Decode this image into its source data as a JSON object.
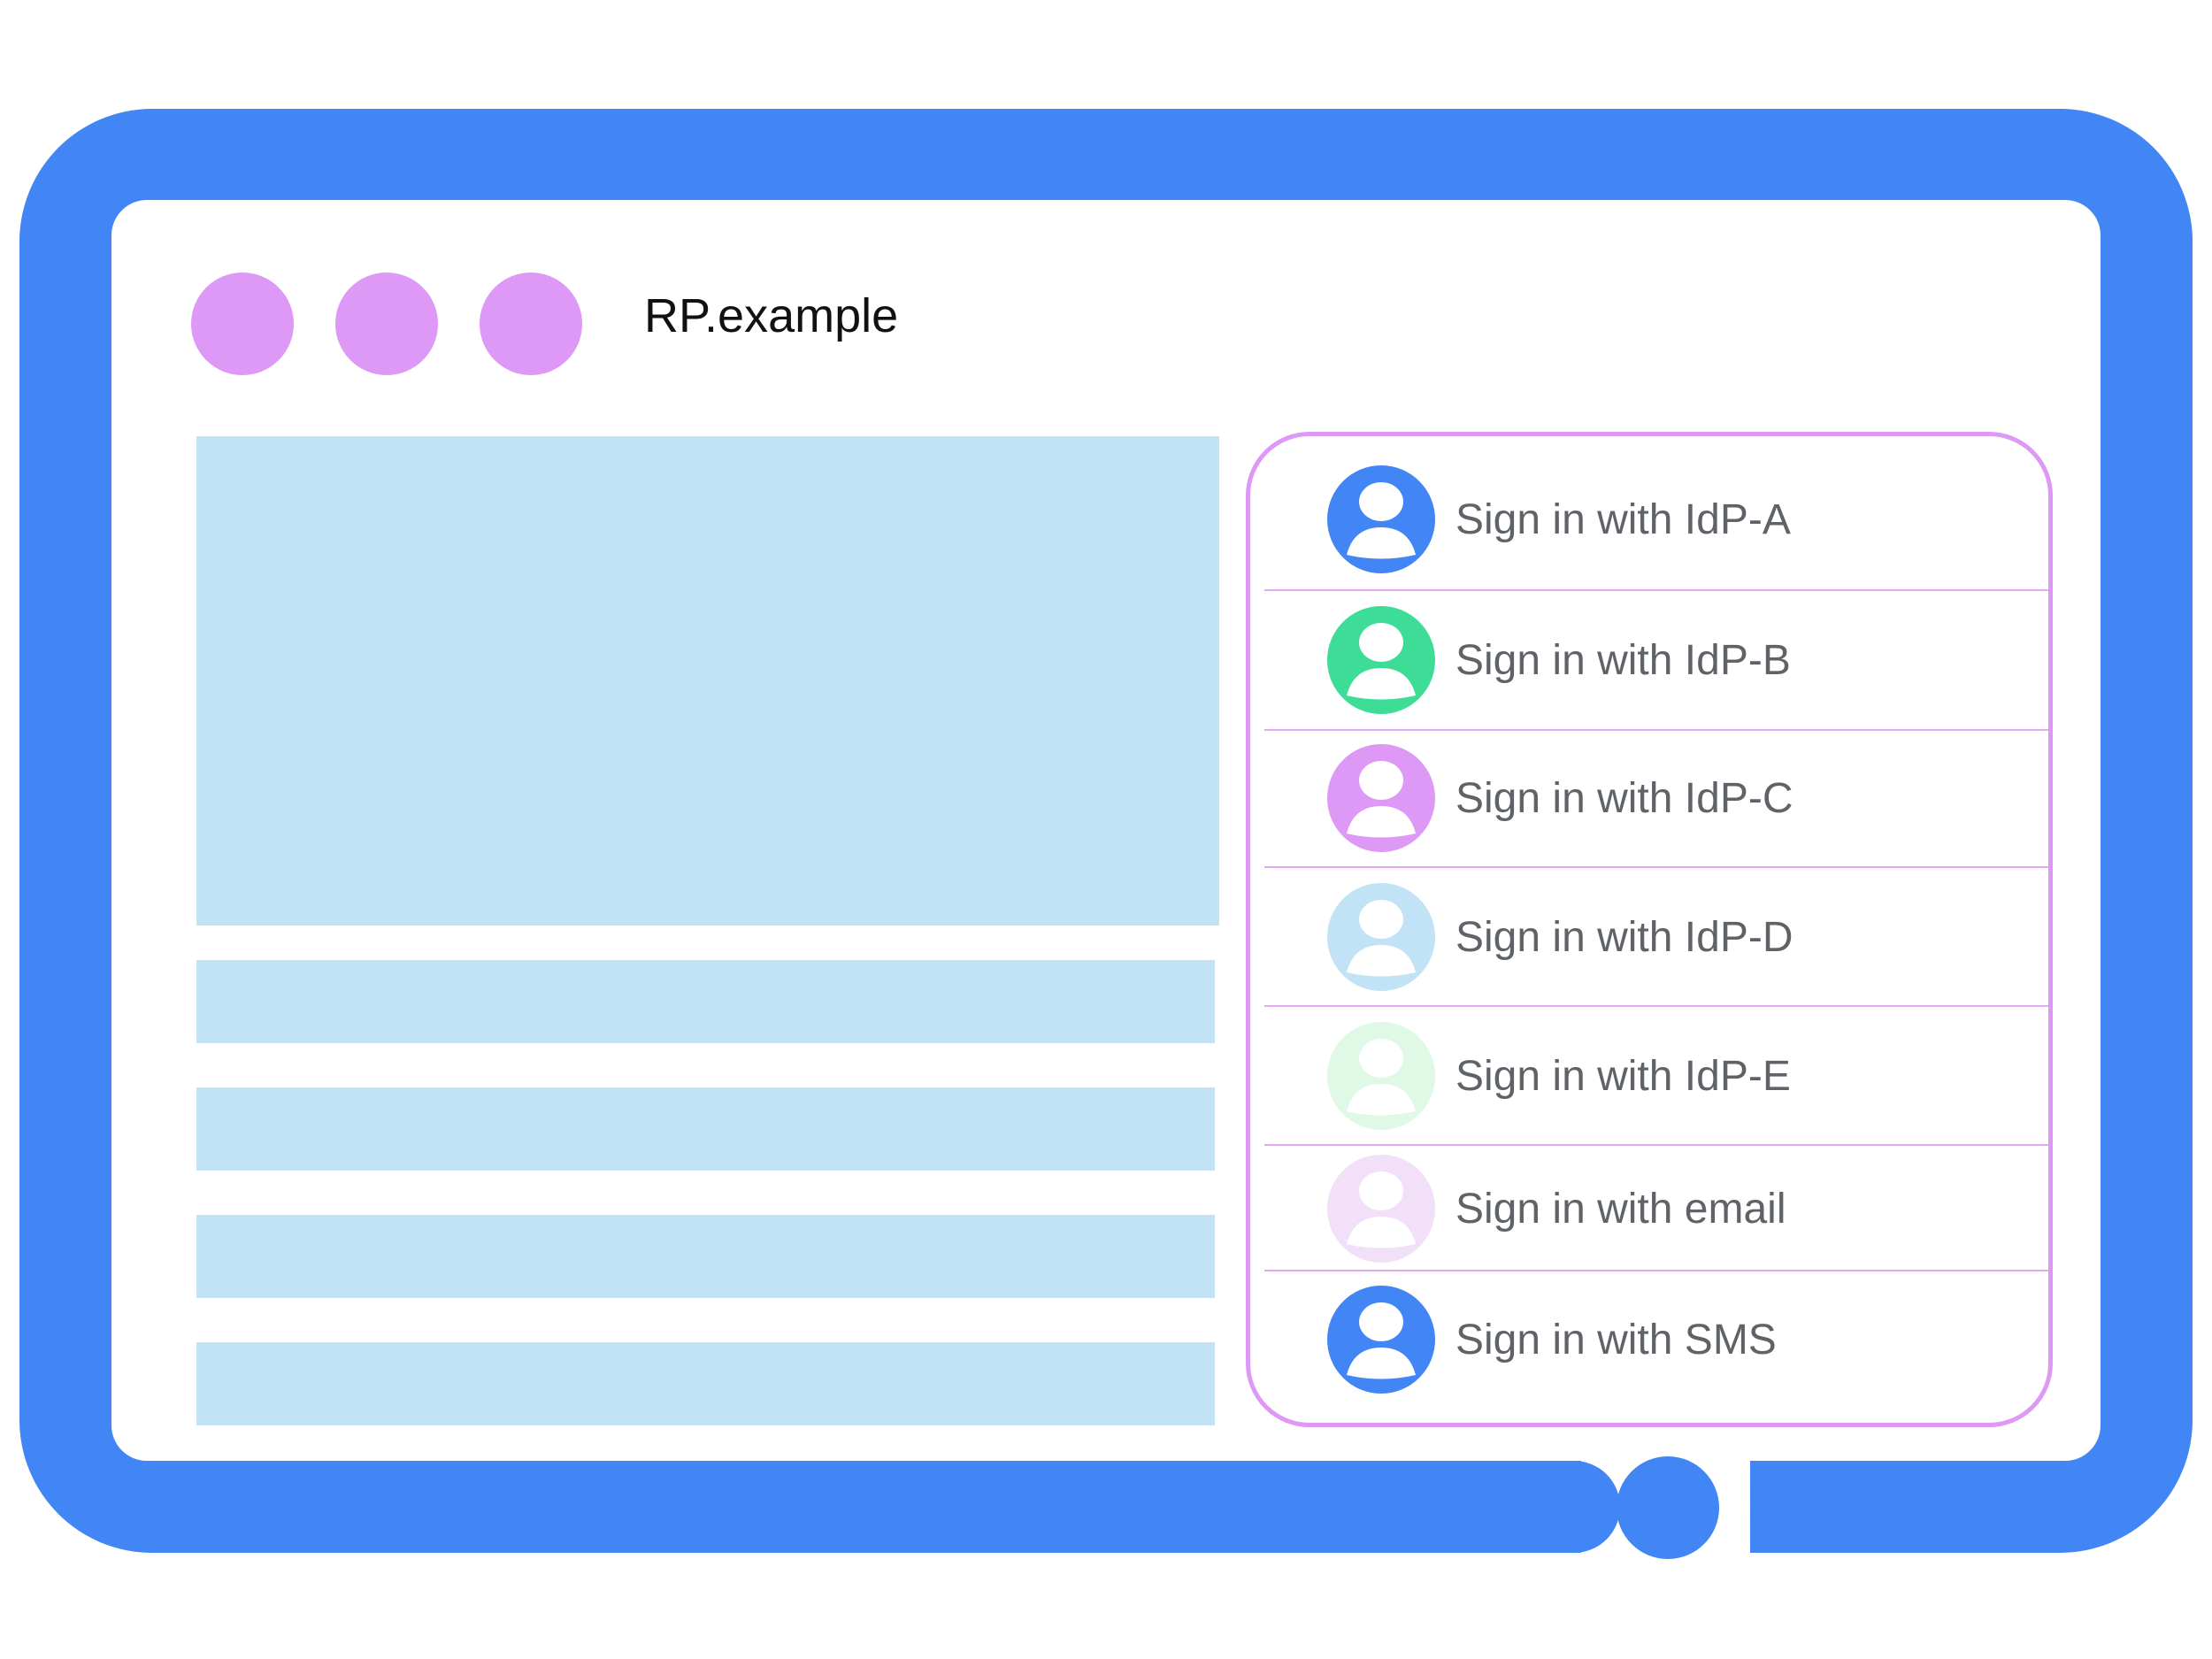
{
  "colors": {
    "frame": "#4285f4",
    "window_dots": "#dd99f5",
    "content_placeholder": "#c2e2f5",
    "panel_border": "#dd99f5"
  },
  "browser": {
    "site_title": "RP.example"
  },
  "signin_options": [
    {
      "label": "Sign in with IdP-A",
      "icon": "user-avatar-icon",
      "color": "#4285f4"
    },
    {
      "label": "Sign in with IdP-B",
      "icon": "user-avatar-icon",
      "color": "#3ddc97"
    },
    {
      "label": "Sign in with IdP-C",
      "icon": "user-avatar-icon",
      "color": "#dd99f5"
    },
    {
      "label": "Sign in with IdP-D",
      "icon": "user-avatar-icon",
      "color": "#c2e2f5"
    },
    {
      "label": "Sign in with IdP-E",
      "icon": "user-avatar-icon",
      "color": "#e0f8e6"
    },
    {
      "label": "Sign in with email",
      "icon": "user-avatar-icon",
      "color": "#f1e0f8"
    },
    {
      "label": "Sign in with SMS",
      "icon": "user-avatar-icon",
      "color": "#4285f4"
    }
  ]
}
